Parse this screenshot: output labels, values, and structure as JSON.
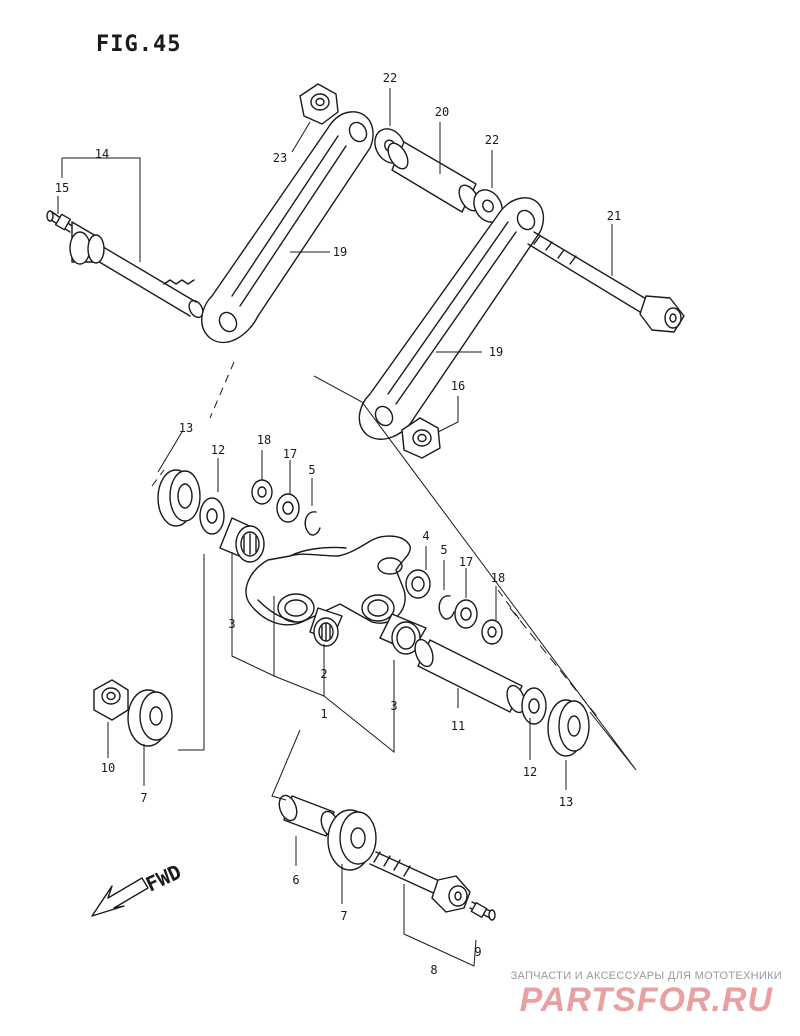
{
  "figure": {
    "title": "FIG.45"
  },
  "direction": {
    "label": "FWD"
  },
  "callouts": [
    {
      "id": "c1",
      "text": "1"
    },
    {
      "id": "c2",
      "text": "2"
    },
    {
      "id": "c3a",
      "text": "3"
    },
    {
      "id": "c3b",
      "text": "3"
    },
    {
      "id": "c4",
      "text": "4"
    },
    {
      "id": "c5a",
      "text": "5"
    },
    {
      "id": "c5b",
      "text": "5"
    },
    {
      "id": "c6",
      "text": "6"
    },
    {
      "id": "c7a",
      "text": "7"
    },
    {
      "id": "c7b",
      "text": "7"
    },
    {
      "id": "c8",
      "text": "8"
    },
    {
      "id": "c9",
      "text": "9"
    },
    {
      "id": "c10",
      "text": "10"
    },
    {
      "id": "c11",
      "text": "11"
    },
    {
      "id": "c12a",
      "text": "12"
    },
    {
      "id": "c12b",
      "text": "12"
    },
    {
      "id": "c13a",
      "text": "13"
    },
    {
      "id": "c13b",
      "text": "13"
    },
    {
      "id": "c14",
      "text": "14"
    },
    {
      "id": "c15",
      "text": "15"
    },
    {
      "id": "c16",
      "text": "16"
    },
    {
      "id": "c17a",
      "text": "17"
    },
    {
      "id": "c17b",
      "text": "17"
    },
    {
      "id": "c18a",
      "text": "18"
    },
    {
      "id": "c18b",
      "text": "18"
    },
    {
      "id": "c19a",
      "text": "19"
    },
    {
      "id": "c19b",
      "text": "19"
    },
    {
      "id": "c20",
      "text": "20"
    },
    {
      "id": "c21",
      "text": "21"
    },
    {
      "id": "c22a",
      "text": "22"
    },
    {
      "id": "c22b",
      "text": "22"
    },
    {
      "id": "c23",
      "text": "23"
    }
  ],
  "watermark": {
    "tagline": "ЗАПЧАСТИ И АКСЕССУАРЫ ДЛЯ МОТОТЕХНИКИ",
    "brand": "PARTSFOR.RU"
  }
}
